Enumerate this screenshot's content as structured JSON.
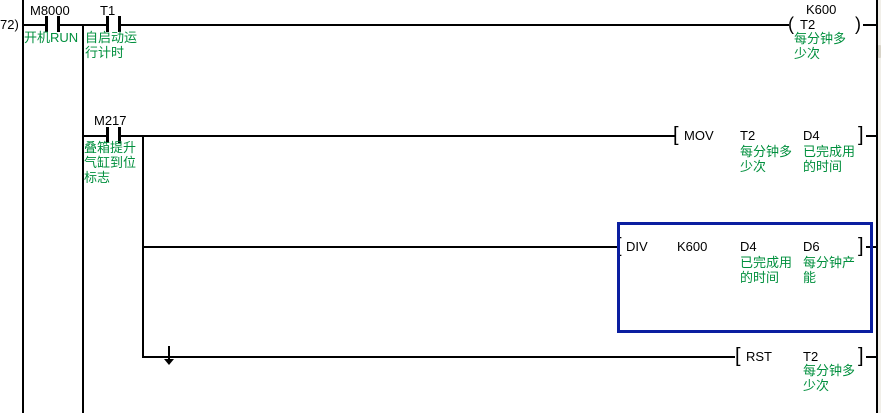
{
  "app": "plc-ladder-editor",
  "step_label": "72)",
  "colors": {
    "comment_text": "#008f3d",
    "device_text": "#000000",
    "wire": "#000000",
    "selection_cursor": "#0a1ea0",
    "background": "#ffffff"
  },
  "glyphs": {
    "open_bracket": "[",
    "close_bracket": "]",
    "open_paren": "(",
    "close_paren": ")"
  },
  "rung1": {
    "m8000": {
      "device": "M8000",
      "comment": "开机RUN"
    },
    "t1": {
      "device": "T1",
      "comment_line1": "自启动运",
      "comment_line2": "行计时"
    },
    "t2_coil": {
      "preset": "K600",
      "device": "T2",
      "comment_line1": "每分钟多",
      "comment_line2": "少次"
    }
  },
  "rung2": {
    "m217": {
      "device": "M217",
      "comment_line1": "叠箱提升",
      "comment_line2": "气缸到位",
      "comment_line3": "标志"
    },
    "mov": {
      "mnemonic": "MOV",
      "source": "T2",
      "dest": "D4",
      "source_comment_line1": "每分钟多",
      "source_comment_line2": "少次",
      "dest_comment_line1": "已完成用",
      "dest_comment_line2": "的时间"
    }
  },
  "rung3": {
    "div": {
      "mnemonic": "DIV",
      "source1": "K600",
      "source2": "D4",
      "dest": "D6",
      "source2_comment_line1": "已完成用",
      "source2_comment_line2": "的时间",
      "dest_comment_line1": "每分钟产",
      "dest_comment_line2": "能"
    }
  },
  "rung4": {
    "rst": {
      "mnemonic": "RST",
      "dest": "T2",
      "dest_comment_line1": "每分钟多",
      "dest_comment_line2": "少次"
    }
  }
}
